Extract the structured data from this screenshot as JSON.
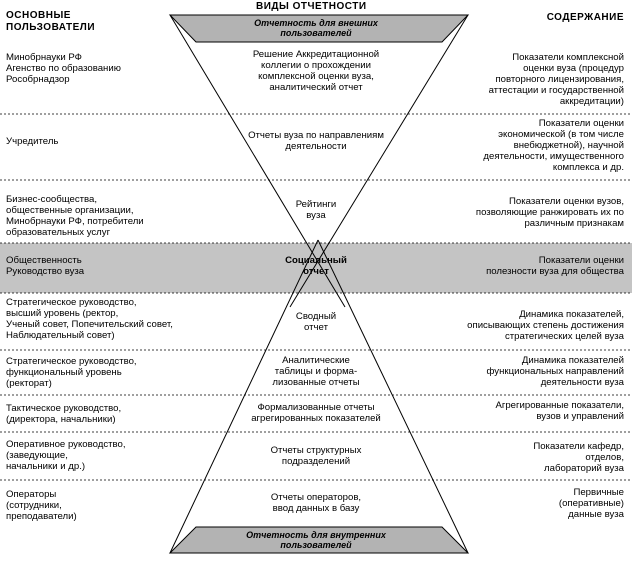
{
  "headers": {
    "users": "ОСНОВНЫЕ\nПОЛЬЗОВАТЕЛИ",
    "types": "ВИДЫ ОТЧЕТНОСТИ",
    "content": "СОДЕРЖАНИЕ"
  },
  "top_banner": "Отчетность для внешних\nпользователей",
  "bottom_banner": "Отчетность для внутренних\nпользователей",
  "rows": [
    {
      "users": "Минобрнауки РФ\nАгенство по образованию\nРособрнадзор",
      "report": "Решение Аккредитационной\nколлегии о прохождении\nкомплексной оценки вуза,\nаналитический отчет",
      "content": "Показатели комплексной\nоценки вуза (процедур\nповторного лицензирования,\nаттестации и государственной\nаккредитации)"
    },
    {
      "users": "Учредитель",
      "report": "Отчеты вуза по направлениям\nдеятельности",
      "content": "Показатели оценки\nэкономической (в том числе\nвнебюджетной), научной\nдеятельности, имущественного\nкомплекса и др."
    },
    {
      "users": "Бизнес-сообщества,\nобщественные организации,\nМинобрнауки РФ, потребители\nобразовательных услуг",
      "report": "Рейтинги\nвуза",
      "content": "Показатели оценки вузов,\nпозволяющие ранжировать их по\nразличным признакам"
    },
    {
      "users": "Общественность\nРуководство вуза",
      "report": "Социальный\nотчет",
      "content": "Показатели оценки\nполезности вуза для общества"
    },
    {
      "users": "Стратегическое руководство,\nвысший уровень (ректор,\nУченый совет, Попечительский совет,\nНаблюдательный совет)",
      "report": "Сводный\nотчет",
      "content": "Динамика показателей,\nописывающих степень достижения\nстратегических целей вуза"
    },
    {
      "users": "Стратегическое руководство,\nфункциональный уровень\n(ректорат)",
      "report": "Аналитические\nтаблицы и форма-\nлизованные отчеты",
      "content": "Динамика показателей\nфункциональных направлений\nдеятельности вуза"
    },
    {
      "users": "Тактическое руководство,\n(директора, начальники)",
      "report": "Формализованные отчеты\nагрегированных показателей",
      "content": "Агрегированные показатели,\nвузов и управлений"
    },
    {
      "users": "Оперативное руководство,\n(заведующие,\nначальники и др.)",
      "report": "Отчеты структурных\nподразделений",
      "content": "Показатели кафедр,\nотделов,\nлабораторий вуза"
    },
    {
      "users": "Операторы\n(сотрудники,\nпреподаватели)",
      "report": "Отчеты операторов,\nввод данных в базу",
      "content": "Первичные\n(оперативные)\nданные вуза"
    }
  ],
  "colors": {
    "banner_fill": "#b3b3b3",
    "highlight_row": "#c4c4c4",
    "lines": "#000000"
  }
}
